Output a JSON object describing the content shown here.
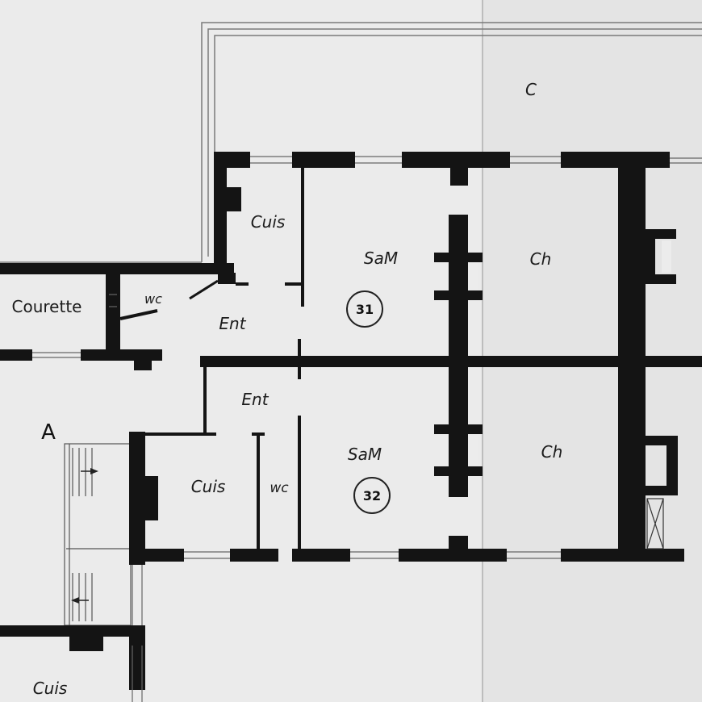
{
  "plan": {
    "block_label": "A",
    "courtyard_label": "C",
    "rooms": {
      "courette": "Courette",
      "wc_upper": "wc",
      "cuis_upper": "Cuis",
      "ent_upper": "Ent",
      "sam_upper": "SaM",
      "ch_upper": "Ch",
      "ent_lower": "Ent",
      "cuis_lower": "Cuis",
      "wc_lower": "wc",
      "sam_lower": "SaM",
      "ch_lower": "Ch",
      "cuis_bottom": "Cuis"
    },
    "apartments": {
      "upper": "31",
      "lower": "32"
    }
  }
}
